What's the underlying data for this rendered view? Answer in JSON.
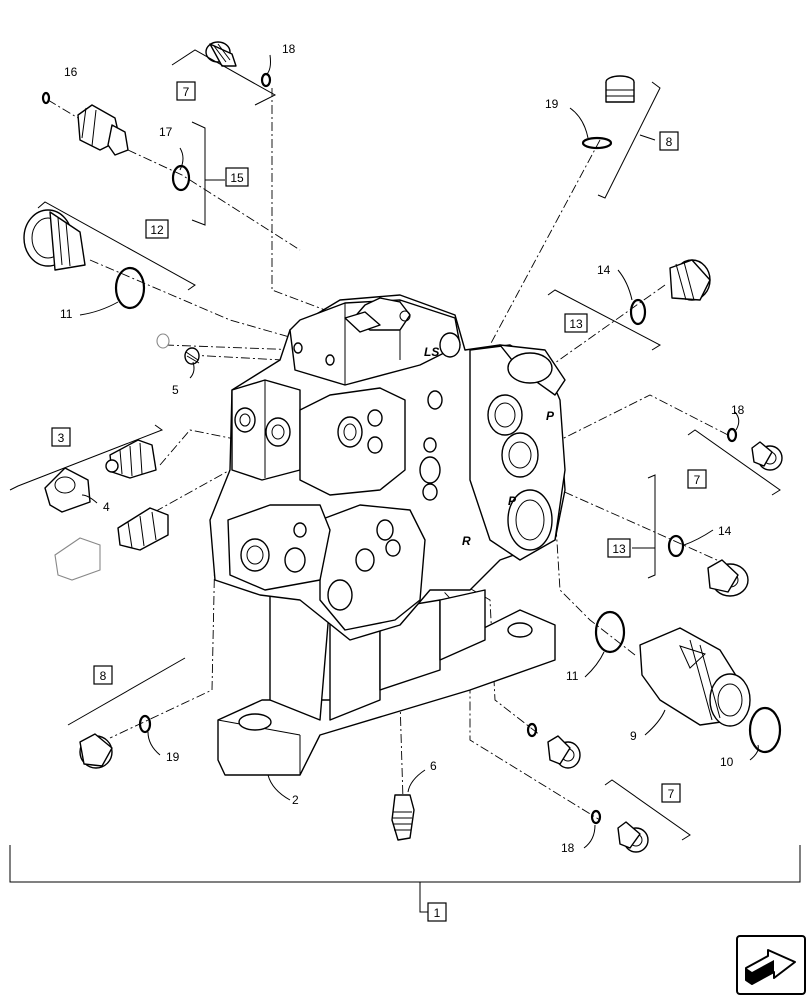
{
  "callouts": {
    "c16": "16",
    "c18a": "18",
    "c17": "17",
    "c11a": "11",
    "c5": "5",
    "c4": "4",
    "c19a": "19",
    "c14a": "14",
    "c18b": "18",
    "c14b": "14",
    "c11b": "11",
    "c9": "9",
    "c10": "10",
    "c19b": "19",
    "c2": "2",
    "c6": "6",
    "c18c": "18"
  },
  "boxes": {
    "b7a": "7",
    "b15": "15",
    "b12": "12",
    "b3": "3",
    "b8a": "8",
    "b13a": "13",
    "b7b": "7",
    "b13b": "13",
    "b8b": "8",
    "b7c": "7",
    "b1": "1"
  },
  "ports": {
    "ls": "LS",
    "p1": "P",
    "p2": "P",
    "r": "R"
  },
  "nav": {
    "icon": "forward-arrow-icon"
  }
}
